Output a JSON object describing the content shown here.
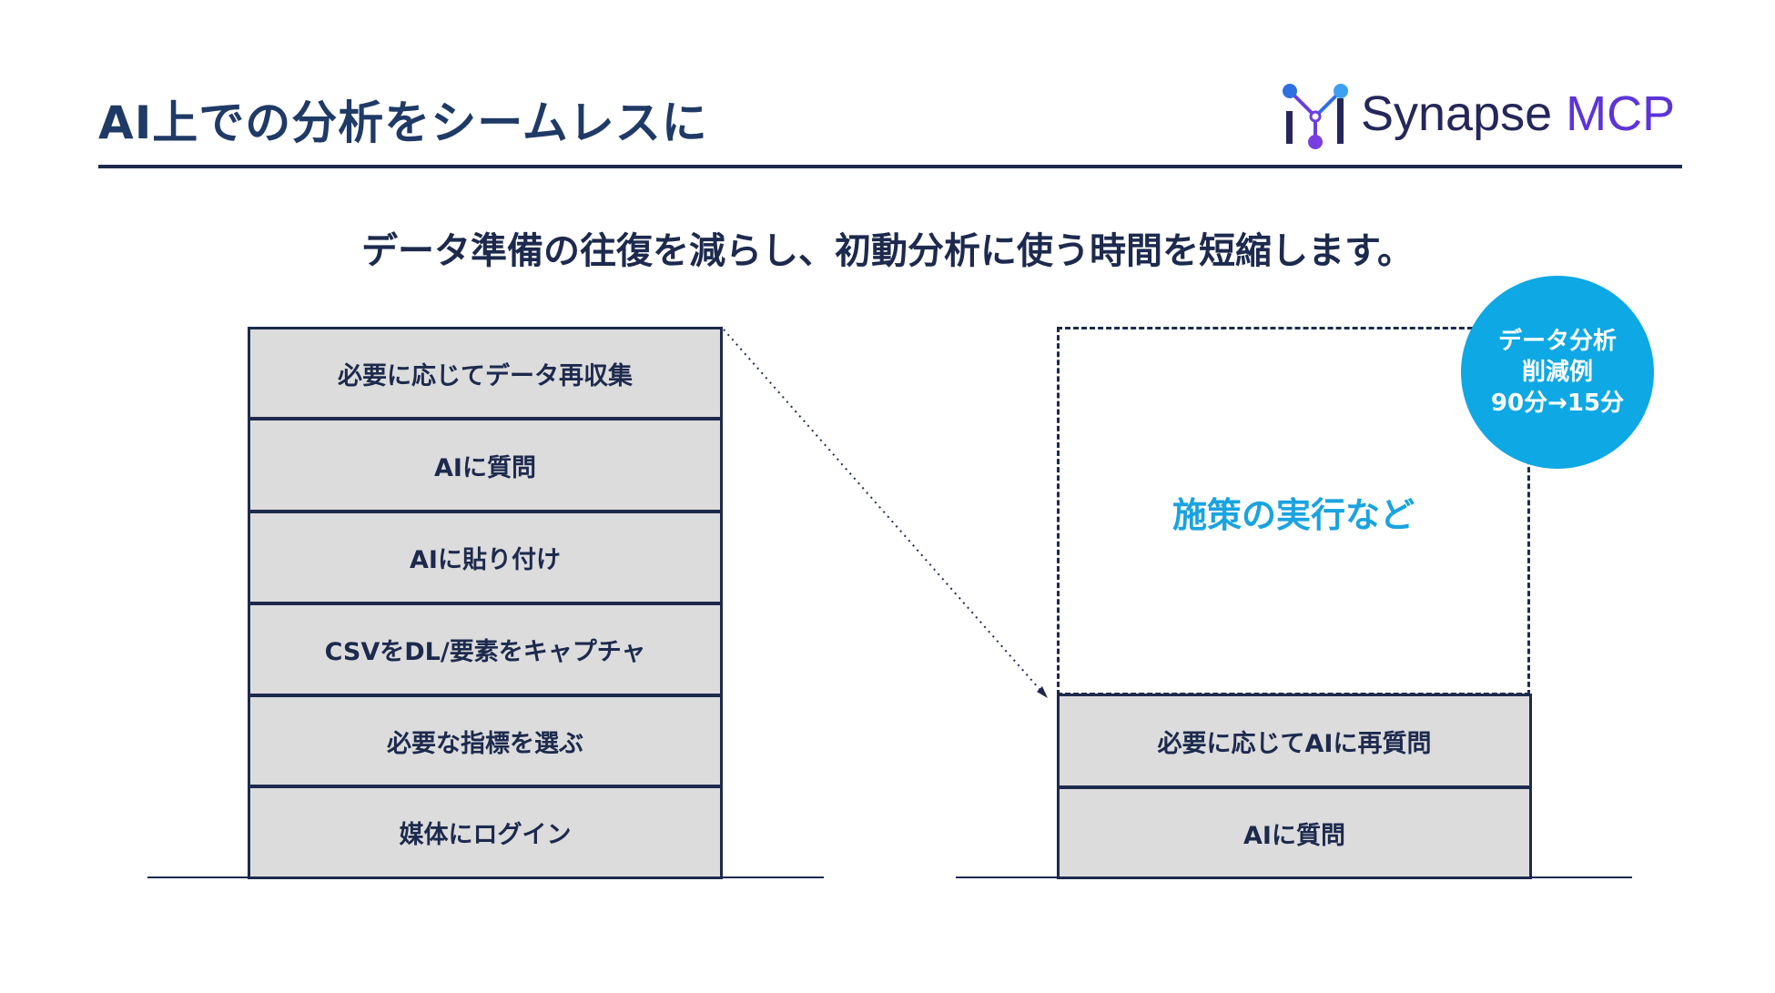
{
  "header": {
    "title": "AI上での分析をシームレスに",
    "logo": {
      "name": "Synapse",
      "suffix": "MCP",
      "text_color": "#25275a",
      "accent": "#5d34d9"
    }
  },
  "subtitle": "データ準備の往復を減らし、初動分析に使う時間を短縮します。",
  "before_stack": [
    "必要に応じてデータ再収集",
    "AIに質問",
    "AIに貼り付け",
    "CSVをDL/要素をキャプチャ",
    "必要な指標を選ぶ",
    "媒体にログイン"
  ],
  "after_stack": [
    "必要に応じてAIに再質問",
    "AIに質問"
  ],
  "freed_area_label": "施策の実行など",
  "badge": {
    "line1": "データ分析",
    "line2": "削減例",
    "line3": "90分→15分",
    "color": "#0ea8e4"
  },
  "colors": {
    "navy": "#1d2a4e",
    "block_fill": "#dcdcdc",
    "accent_blue": "#1aa3e0"
  }
}
